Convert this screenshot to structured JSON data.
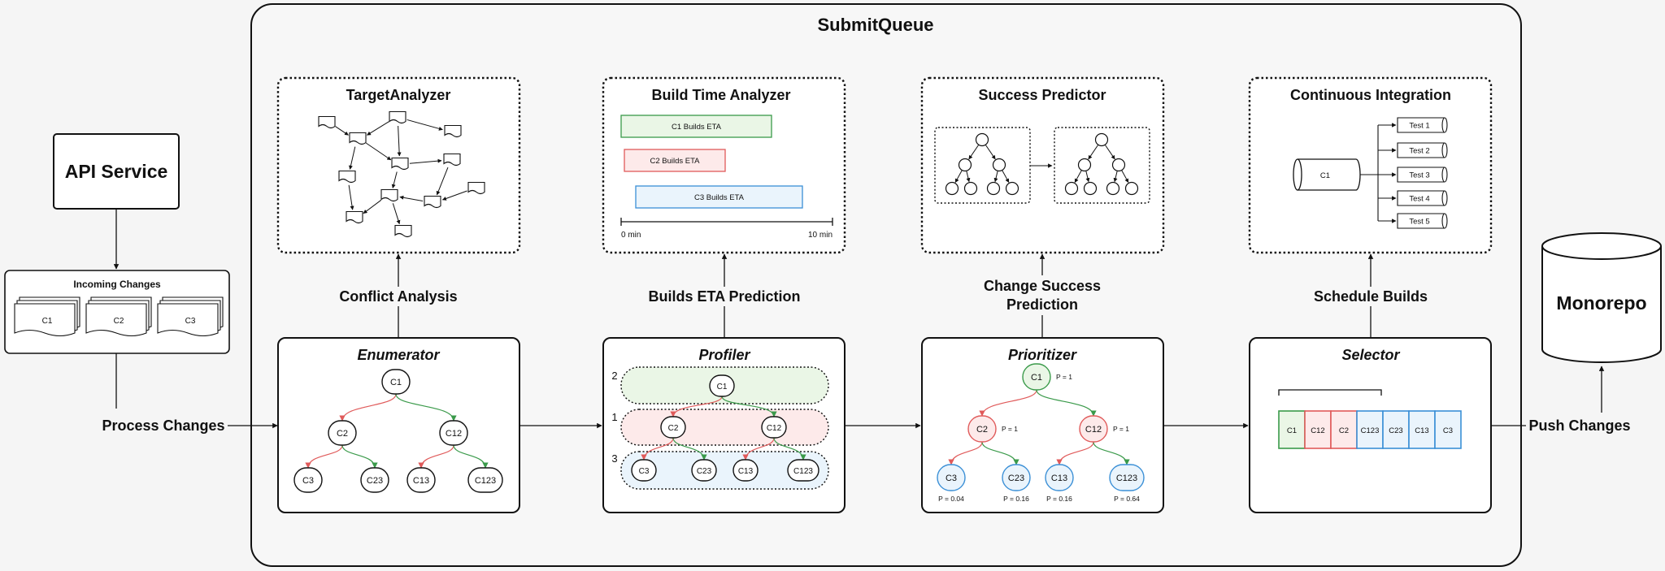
{
  "submitqueue": {
    "title": "SubmitQueue"
  },
  "api_service": {
    "label": "API Service"
  },
  "incoming": {
    "title": "Incoming Changes",
    "changes": [
      "C1",
      "C2",
      "C3"
    ]
  },
  "monorepo": {
    "label": "Monorepo"
  },
  "edges": {
    "process_changes": "Process Changes",
    "push_changes": "Push Changes",
    "conflict_analysis": "Conflict Analysis",
    "builds_eta_prediction": "Builds ETA Prediction",
    "change_success_prediction": [
      "Change Success",
      "Prediction"
    ],
    "schedule_builds": "Schedule Builds"
  },
  "target_analyzer": {
    "title": "TargetAnalyzer"
  },
  "build_time_analyzer": {
    "title": "Build Time Analyzer",
    "bars": [
      {
        "label": "C1 Builds ETA",
        "color": "green"
      },
      {
        "label": "C2 Builds ETA",
        "color": "red"
      },
      {
        "label": "C3 Builds ETA",
        "color": "blue"
      }
    ],
    "axis_start": "0 min",
    "axis_end": "10 min"
  },
  "success_predictor": {
    "title": "Success Predictor"
  },
  "continuous_integration": {
    "title": "Continuous Integration",
    "source": "C1",
    "tests": [
      "Test 1",
      "Test 2",
      "Test 3",
      "Test 4",
      "Test 5"
    ]
  },
  "enumerator": {
    "title": "Enumerator",
    "root": "C1",
    "level1": [
      "C2",
      "C12"
    ],
    "level2": [
      "C3",
      "C23",
      "C13",
      "C123"
    ]
  },
  "profiler": {
    "title": "Profiler",
    "root": "C1",
    "level1": [
      "C2",
      "C12"
    ],
    "level2": [
      "C3",
      "C23",
      "C13",
      "C123"
    ],
    "band_labels": [
      "2",
      "1",
      "3"
    ]
  },
  "prioritizer": {
    "title": "Prioritizer",
    "root": {
      "label": "C1",
      "p": "P = 1"
    },
    "level1": [
      {
        "label": "C2",
        "p": "P = 1"
      },
      {
        "label": "C12",
        "p": "P = 1"
      }
    ],
    "level2": [
      {
        "label": "C3",
        "p": "P = 0.04"
      },
      {
        "label": "C23",
        "p": "P = 0.16"
      },
      {
        "label": "C13",
        "p": "P = 0.16"
      },
      {
        "label": "C123",
        "p": "P = 0.64"
      }
    ]
  },
  "selector": {
    "title": "Selector",
    "queue": [
      {
        "label": "C1",
        "color": "green"
      },
      {
        "label": "C12",
        "color": "red"
      },
      {
        "label": "C2",
        "color": "red"
      },
      {
        "label": "C123",
        "color": "blue"
      },
      {
        "label": "C23",
        "color": "blue"
      },
      {
        "label": "C13",
        "color": "blue"
      },
      {
        "label": "C3",
        "color": "blue"
      }
    ]
  },
  "colors": {
    "green": "#3a9a4a",
    "red": "#e05a5a",
    "blue": "#3a8fd6",
    "green_fill": "#eaf6e6",
    "red_fill": "#fdeaea",
    "blue_fill": "#eaf4fc",
    "ink": "#111111"
  }
}
